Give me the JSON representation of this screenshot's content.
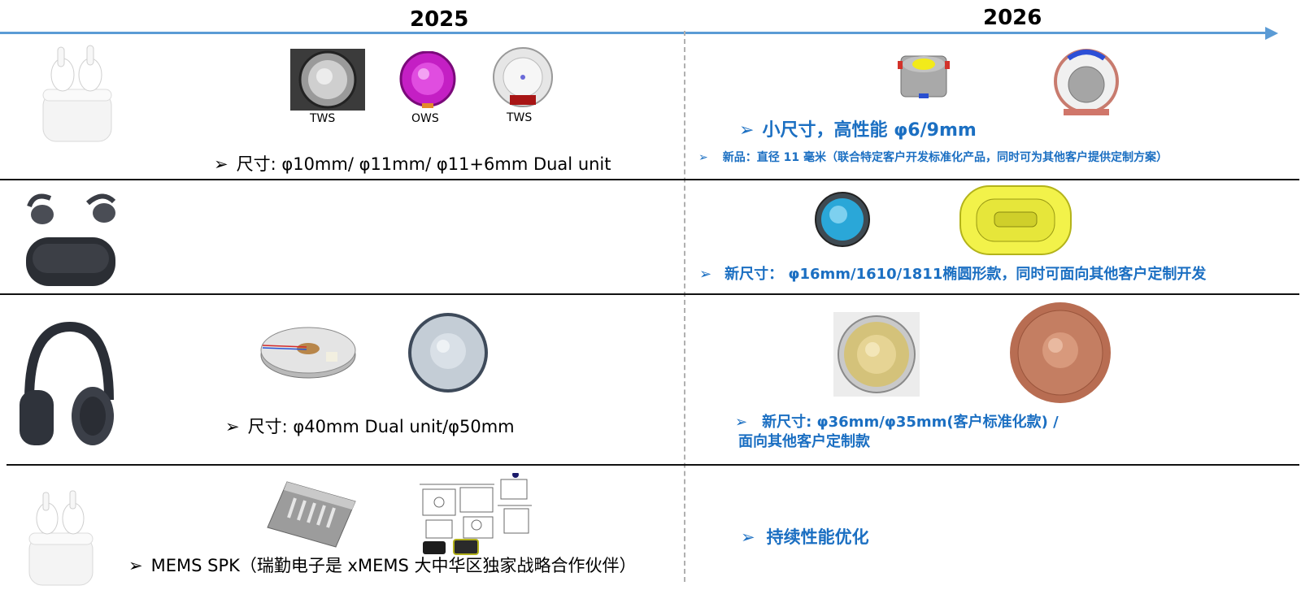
{
  "timeline": {
    "year_left": "2025",
    "year_right": "2026"
  },
  "rows": [
    {
      "name": "tws",
      "device_icon": "earbuds-case-icon",
      "left_captions": [
        "TWS",
        "OWS",
        "TWS"
      ],
      "left_text": "尺寸: φ10mm/ φ11mm/ φ11+6mm Dual unit",
      "right_headline": "小尺寸，高性能 φ6/9mm",
      "right_text": "新品：直径 11 毫米（联合特定客户开发标准化产品，同时可为其他客户提供定制方案）"
    },
    {
      "name": "ows",
      "device_icon": "open-ear-earbuds-icon",
      "right_text": "新尺寸：  φ16mm/1610/1811椭圆形款，同时可面向其他客户定制开发"
    },
    {
      "name": "headphone",
      "device_icon": "headphones-icon",
      "left_text": "尺寸: φ40mm Dual unit/φ50mm",
      "right_text_line1": "新尺寸: φ36mm/φ35mm(客户标准化款) /",
      "right_text_line2": "面向其他客户定制款"
    },
    {
      "name": "mems",
      "device_icon": "earbuds-case-icon",
      "left_text": "MEMS SPK（瑞勤电子是 xMEMS 大中华区独家战略合作伙伴）",
      "right_text": "持续性能优化"
    }
  ],
  "colors": {
    "timeline": "#5b9bd5",
    "highlight_text": "#1b6fc2",
    "divider": "#111111"
  }
}
